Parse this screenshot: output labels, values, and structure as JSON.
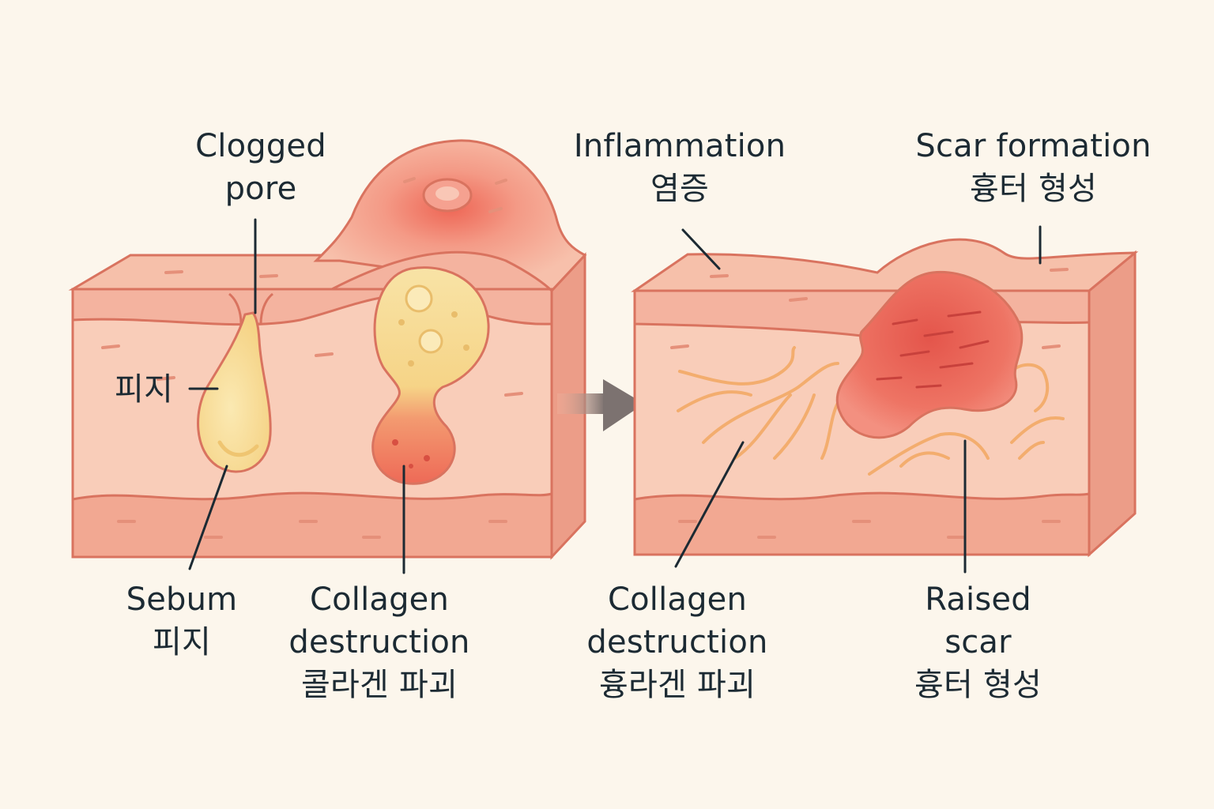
{
  "labels": {
    "clogged_pore": {
      "line1": "Clogged",
      "line2": "pore"
    },
    "sebum_side": "피지",
    "sebum": {
      "line1": "Sebum",
      "line2": "피지"
    },
    "collagen_left": {
      "line1": "Collagen",
      "line2": "destruction",
      "line3": "콜라겐 파괴"
    },
    "inflammation": {
      "line1": "Inflammation",
      "line2": "염증"
    },
    "scar_formation": {
      "line1": "Scar formation",
      "line2": "흉터 형성"
    },
    "collagen_right": {
      "line1": "Collagen",
      "line2": "destruction",
      "line3": "흉라겐 파괴"
    },
    "raised_scar": {
      "line1": "Raised",
      "line2": "scar",
      "line3": "흉터 형성"
    }
  },
  "colors": {
    "background": "#fcf6ec",
    "skin_outline": "#d9735f",
    "epidermis": "#f4b39f",
    "dermis": "#f9cdb9",
    "subcutis": "#f2a892",
    "sebum": "#f6df9a",
    "inflammation": "#ee6a57",
    "collagen_fibers": "#f3ad6e",
    "text": "#1c2a33"
  }
}
